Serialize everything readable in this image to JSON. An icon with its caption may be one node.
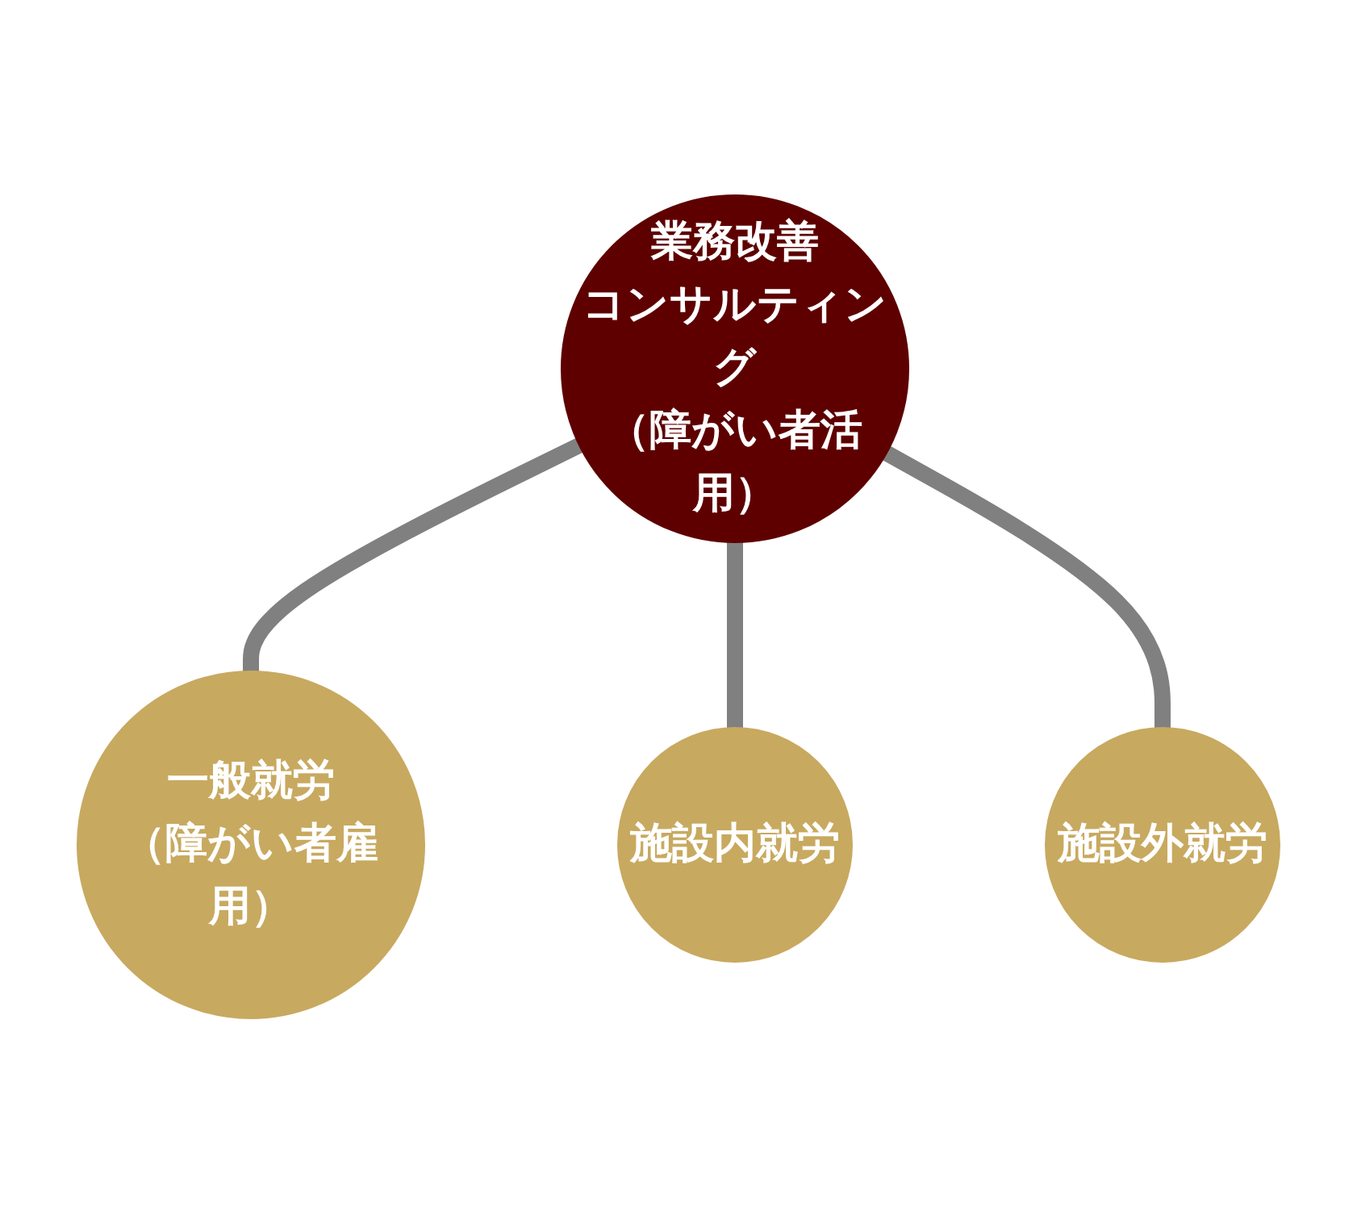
{
  "diagram": {
    "nodes": [
      {
        "text": [
          "一般就労",
          "（障がい者雇用）"
        ]
      },
      {
        "text": [
          "業務改善",
          "コンサルティング",
          "（障がい者活用）"
        ]
      },
      {
        "text": [
          "施設内就労"
        ]
      },
      {
        "text": [
          "施設外就労"
        ]
      }
    ],
    "edges": [
      {
        "from": 1,
        "to": 0,
        "arrow": "none"
      },
      {
        "from": 1,
        "to": 2,
        "arrow": "none"
      },
      {
        "from": 1,
        "to": 3,
        "arrow": "none"
      }
    ]
  }
}
